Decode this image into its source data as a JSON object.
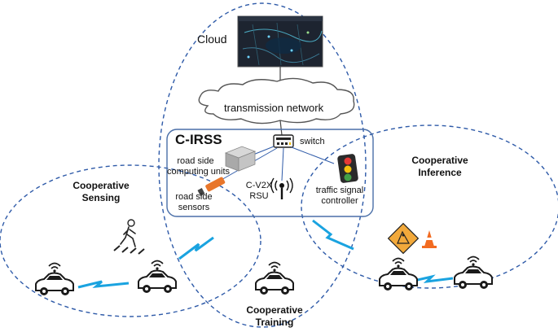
{
  "labels": {
    "cloud": "Cloud",
    "transmission_network": "transmission network",
    "c_irss": "C-IRSS",
    "switch": "switch",
    "road_side_computing_units_line1": "road side",
    "road_side_computing_units_line2": "computing units",
    "road_side_sensors_line1": "road side",
    "road_side_sensors_line2": "sensors",
    "c_v2x_rsu_line1": "C-V2X",
    "c_v2x_rsu_line2": "RSU",
    "traffic_signal_controller_line1": "traffic signal",
    "traffic_signal_controller_line2": "controller",
    "cooperative_sensing_line1": "Cooperative",
    "cooperative_sensing_line2": "Sensing",
    "cooperative_inference_line1": "Cooperative",
    "cooperative_inference_line2": "Inference",
    "cooperative_training_line1": "Cooperative",
    "cooperative_training_line2": "Training"
  },
  "colors": {
    "dashed_ellipse": "#2e5aa8",
    "c_irss_box": "#4a6fa8",
    "wireless_link": "#1aa3e0",
    "car_body": "#1a1a1a",
    "traffic_light_red": "#e53935",
    "traffic_light_yellow": "#f4c20d",
    "traffic_light_green": "#43a047",
    "road_sensor": "#e8762b",
    "warning_sign": "#f2a93b",
    "traffic_cone": "#f26b21"
  },
  "icons": [
    "city-map-screenshot",
    "cloud-icon",
    "switch-icon",
    "server-icon",
    "camera-sensor-icon",
    "rsu-antenna-icon",
    "traffic-light-icon",
    "pedestrian-crossing-icon",
    "car-icon",
    "road-work-sign-icon",
    "traffic-cone-icon",
    "wireless-link-icon"
  ]
}
